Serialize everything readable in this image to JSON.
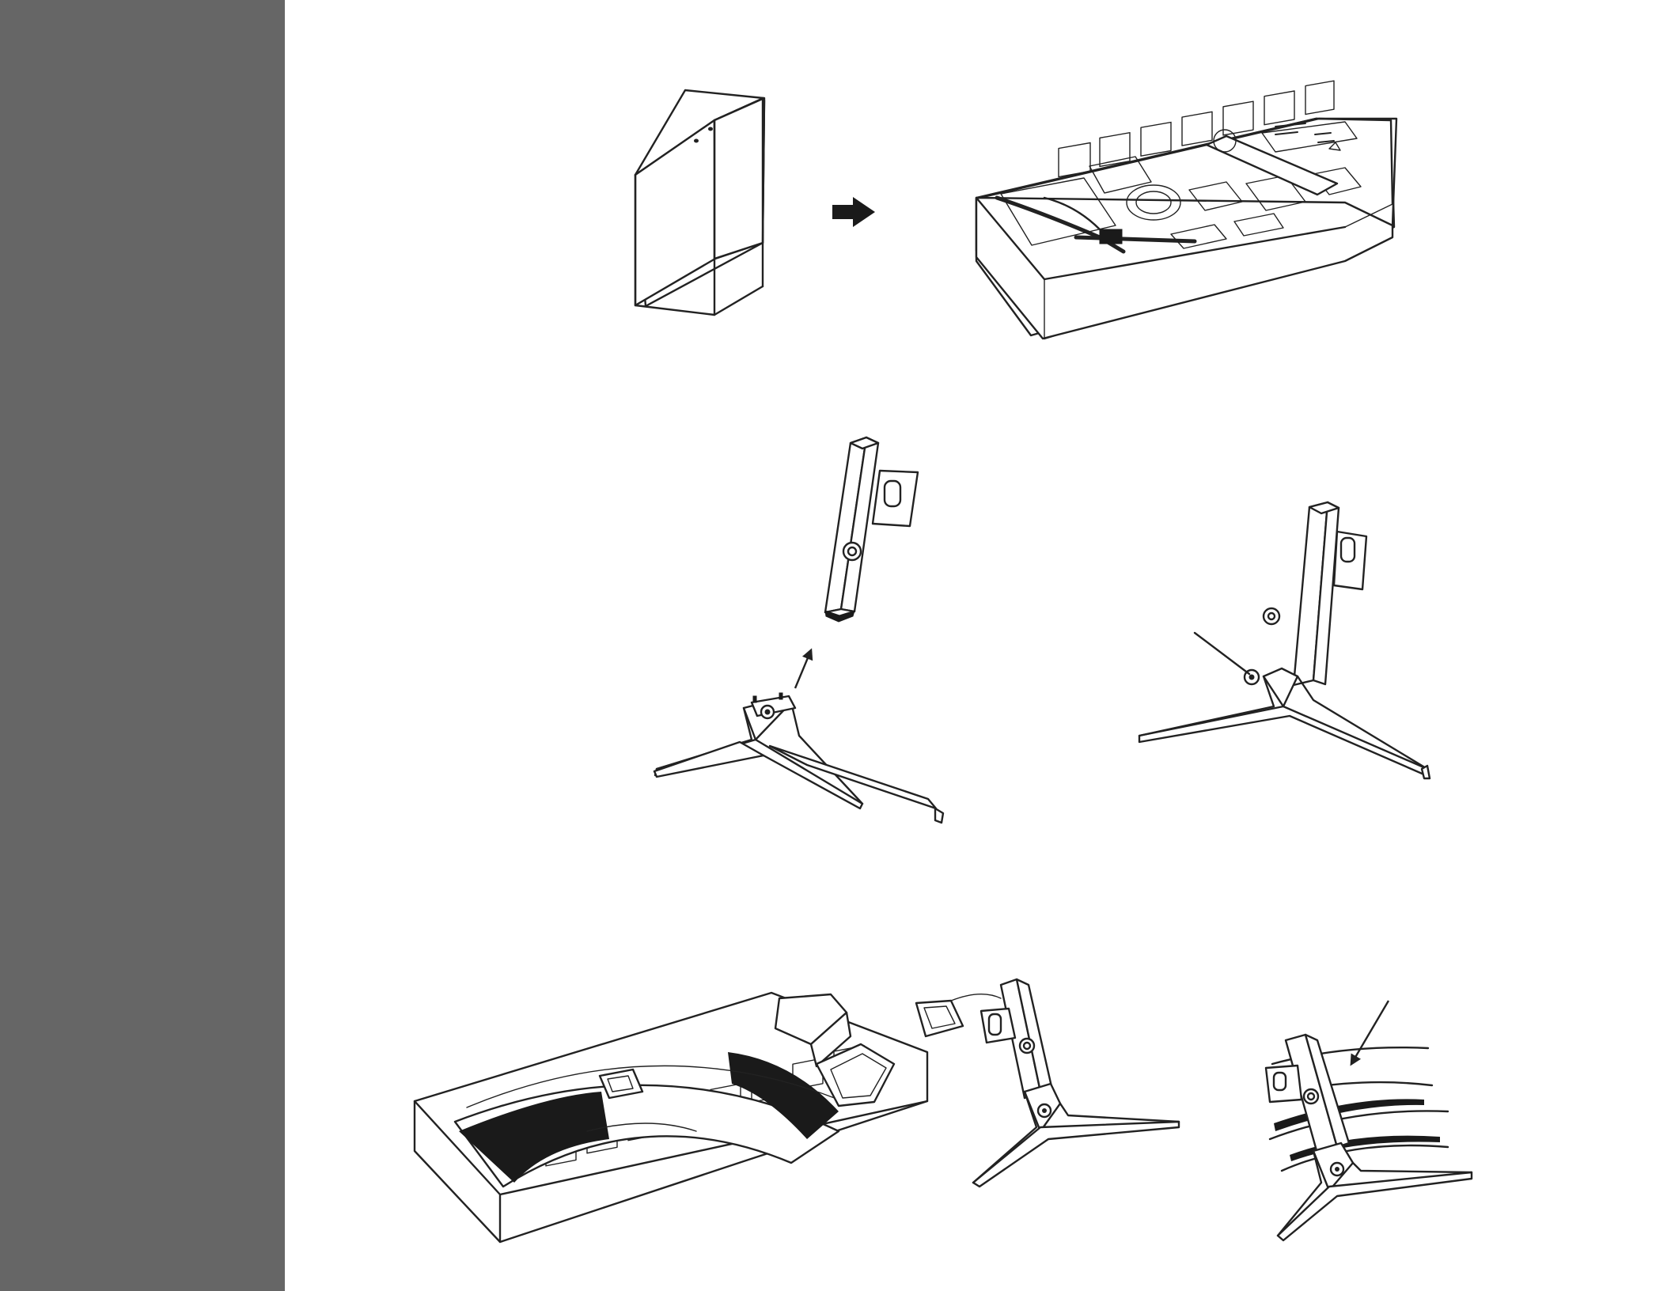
{
  "colors": {
    "sidebar": "#666666",
    "page": "#ffffff",
    "ink": "#222222"
  },
  "figures": [
    {
      "name": "sealed-box",
      "icon": "box-icon"
    },
    {
      "name": "next-arrow",
      "icon": "arrow-right-icon"
    },
    {
      "name": "open-foam-packaging",
      "icon": "packaging-icon"
    },
    {
      "name": "stand-neck-lifted",
      "icon": "stand-neck-icon"
    },
    {
      "name": "stand-assembled-with-screw",
      "icon": "stand-icon"
    },
    {
      "name": "monitor-in-foam",
      "icon": "monitor-icon"
    },
    {
      "name": "bracket-attach",
      "icon": "bracket-icon"
    },
    {
      "name": "stand-attached-to-monitor",
      "icon": "stand-attach-icon"
    }
  ]
}
